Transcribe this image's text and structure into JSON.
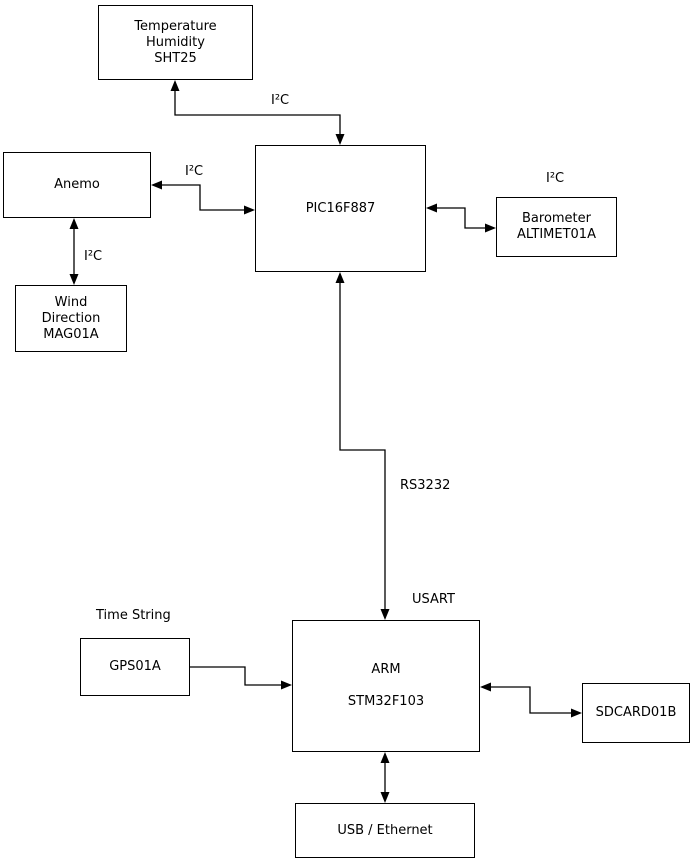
{
  "nodes": {
    "sht25": {
      "lines": [
        "Temperature",
        "Humidity",
        "SHT25"
      ]
    },
    "anemo": {
      "lines": [
        "Anemo"
      ]
    },
    "wind_direction": {
      "lines": [
        "Wind",
        "Direction",
        "MAG01A"
      ]
    },
    "pic16f887": {
      "lines": [
        "PIC16F887"
      ]
    },
    "barometer": {
      "lines": [
        "Barometer",
        "ALTIMET01A"
      ]
    },
    "gps01a": {
      "lines": [
        "GPS01A"
      ]
    },
    "arm": {
      "lines": [
        "ARM",
        "STM32F103"
      ]
    },
    "sdcard01b": {
      "lines": [
        "SDCARD01B"
      ]
    },
    "usb_ethernet": {
      "lines": [
        "USB / Ethernet"
      ]
    }
  },
  "edge_labels": {
    "i2c_sht25": "I²C",
    "i2c_anemo": "I²C",
    "i2c_wind_direction": "I²C",
    "i2c_barometer": "I²C",
    "rs3232": "RS3232",
    "usart": "USART",
    "time_string": "Time String"
  },
  "colors": {
    "line": "#000000",
    "text": "#000000",
    "background": "#ffffff"
  }
}
